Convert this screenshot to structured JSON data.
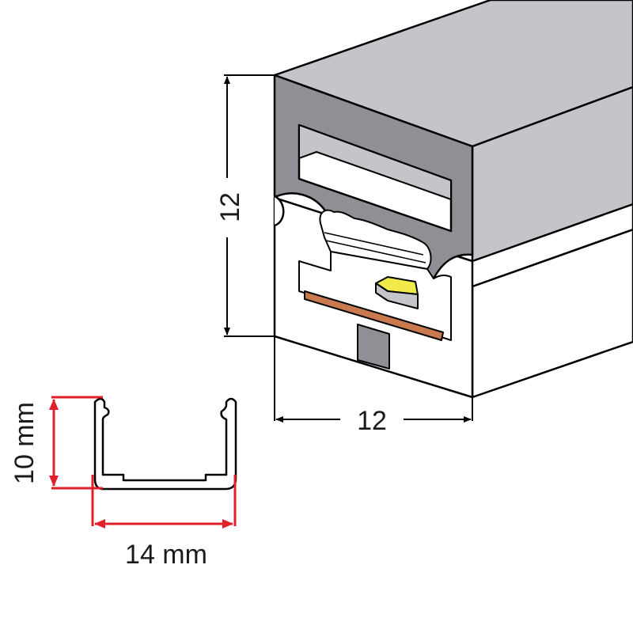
{
  "diagram": {
    "main_profile": {
      "height_label": "12",
      "width_label": "12"
    },
    "channel_profile": {
      "height_label": "10 mm",
      "width_label": "14 mm"
    },
    "colors": {
      "silicone_dark": "#8e9096",
      "silicone_light": "#c3c5c9",
      "pcb": "#c87a4e",
      "led": "#f2ea4a",
      "dimension_red": "#e0202a",
      "outline": "#000000"
    }
  }
}
